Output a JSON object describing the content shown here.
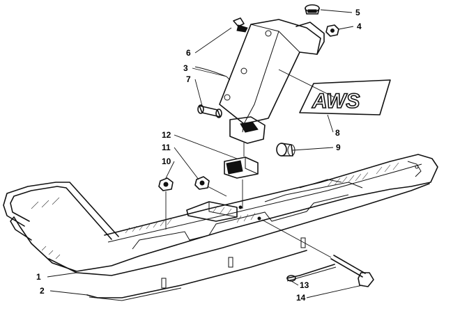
{
  "diagram": {
    "callouts": [
      {
        "id": "c1",
        "label": "1"
      },
      {
        "id": "c2",
        "label": "2"
      },
      {
        "id": "c3",
        "label": "3"
      },
      {
        "id": "c4",
        "label": "4"
      },
      {
        "id": "c5",
        "label": "5"
      },
      {
        "id": "c6",
        "label": "6"
      },
      {
        "id": "c7",
        "label": "7"
      },
      {
        "id": "c8",
        "label": "8"
      },
      {
        "id": "c9",
        "label": "9"
      },
      {
        "id": "c10",
        "label": "10"
      },
      {
        "id": "c11",
        "label": "11"
      },
      {
        "id": "c12",
        "label": "12"
      },
      {
        "id": "c13",
        "label": "13"
      },
      {
        "id": "c14",
        "label": "14"
      }
    ],
    "decal_text": "AWS"
  }
}
